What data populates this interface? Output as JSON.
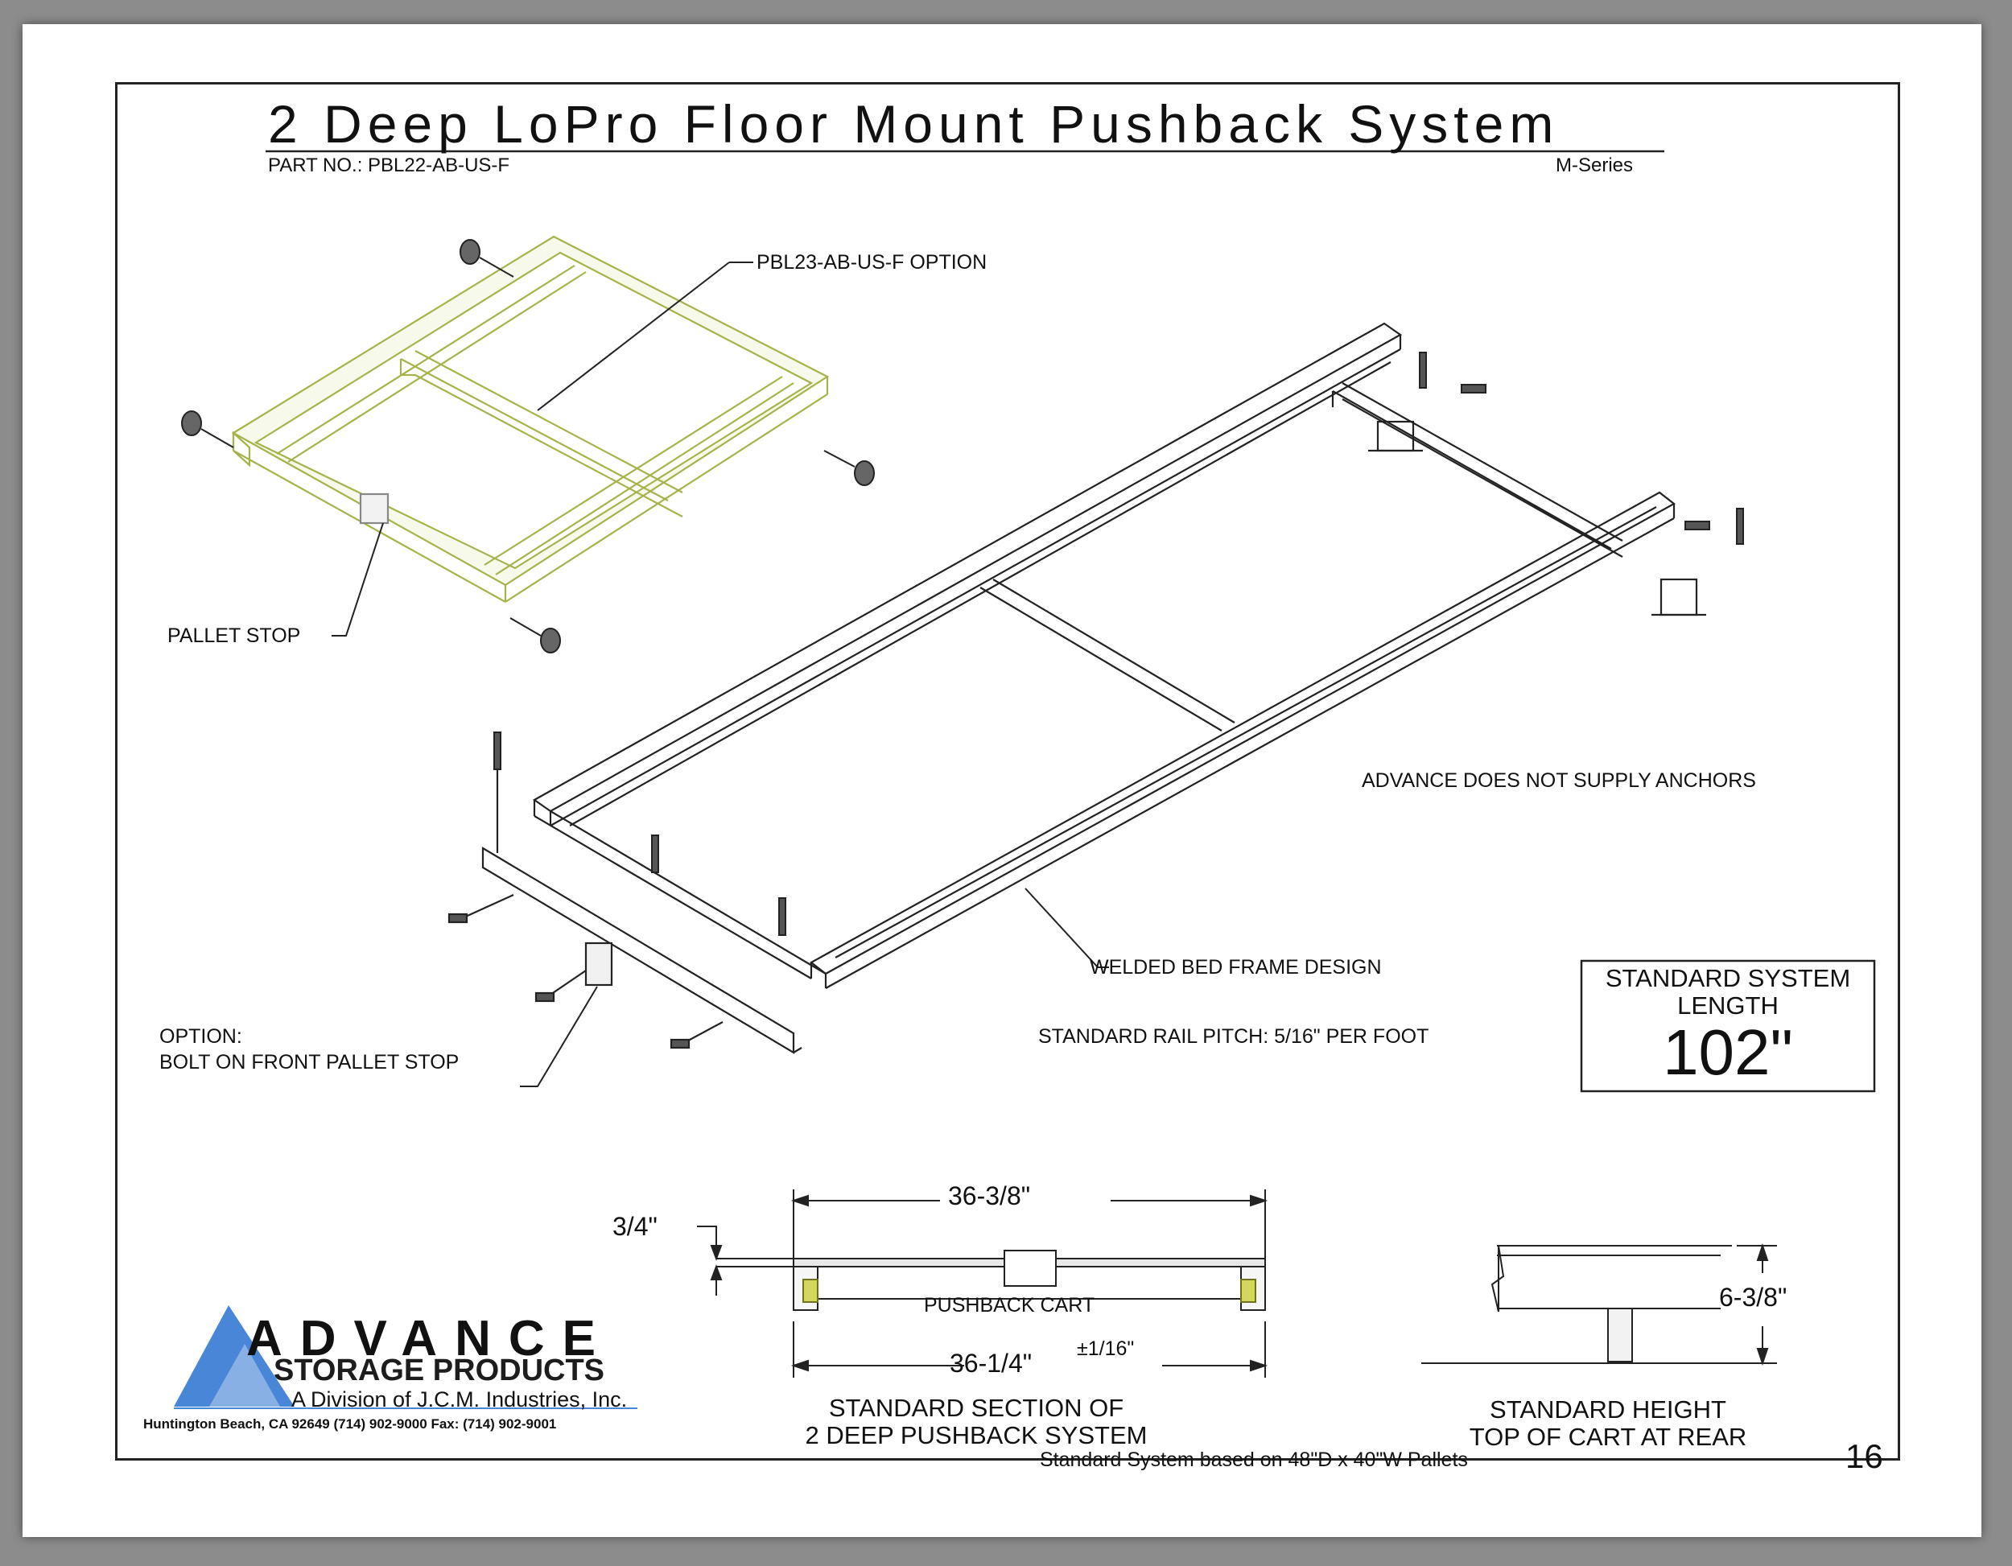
{
  "header": {
    "title": "2 Deep LoPro Floor Mount Pushback System",
    "part_no": "PART NO.: PBL22-AB-US-F",
    "series": "M-Series"
  },
  "callouts": {
    "option_cart": "PBL23-AB-US-F OPTION",
    "pallet_stop": "PALLET STOP",
    "anchors_note": "ADVANCE DOES NOT SUPPLY ANCHORS",
    "welded_frame": "WELDED BED FRAME DESIGN",
    "option_bolt_line1": "OPTION:",
    "option_bolt_line2": "BOLT ON FRONT PALLET STOP",
    "rail_pitch": "STANDARD RAIL PITCH: 5/16\" PER FOOT"
  },
  "system_length_box": {
    "line1": "STANDARD SYSTEM",
    "line2": "LENGTH",
    "value": "102\""
  },
  "section": {
    "dim_top": "36-3/8\"",
    "dim_left": "3/4\"",
    "cart_label": "PUSHBACK CART",
    "dim_bottom": "36-1/4\"",
    "dim_tolerance": "±1/16\"",
    "caption_line1": "STANDARD SECTION OF",
    "caption_line2": "2 DEEP PUSHBACK SYSTEM"
  },
  "height_detail": {
    "dim": "6-3/8\"",
    "caption_line1": "STANDARD HEIGHT",
    "caption_line2": "TOP OF CART AT REAR"
  },
  "footer_note": "Standard System based on 48\"D x 40\"W Pallets",
  "page_number": "16",
  "logo": {
    "brand": "ADVANCE",
    "sub": "STORAGE PRODUCTS",
    "division": "A Division of J.C.M. Industries, Inc.",
    "address": "Huntington Beach, CA 92649 (714) 902-9000 Fax: (714) 902-9001"
  },
  "colors": {
    "cart_outline": "#a7b34a",
    "logo_blue": "#4a86d8",
    "ink": "#111111"
  }
}
